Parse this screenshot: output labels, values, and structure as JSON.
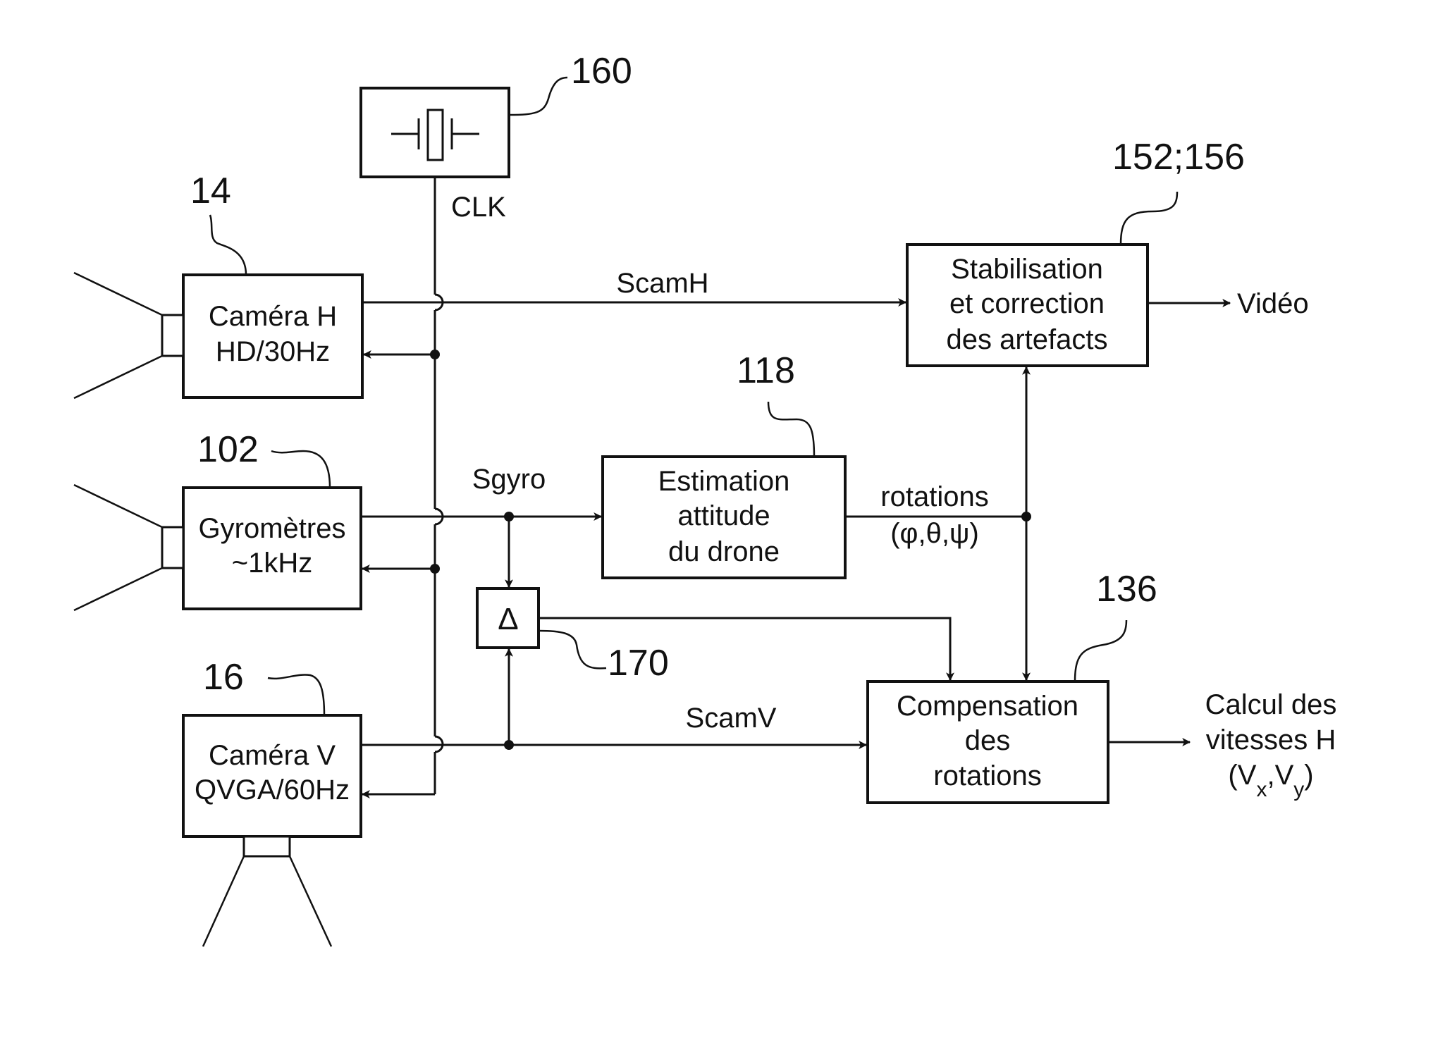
{
  "blocks": {
    "camera_h": [
      "Caméra H",
      "HD/30Hz"
    ],
    "gyro": [
      "Gyromètres",
      "~1kHz"
    ],
    "camera_v": [
      "Caméra V",
      "QVGA/60Hz"
    ],
    "estimation": [
      "Estimation",
      "attitude",
      "du drone"
    ],
    "stabilisation": [
      "Stabilisation",
      "et correction",
      "des artefacts"
    ],
    "compensation": [
      "Compensation",
      "des",
      "rotations"
    ],
    "delta": "Δ"
  },
  "refs": {
    "clock": "160",
    "camera_h": "14",
    "gyro": "102",
    "camera_v": "16",
    "estimation": "118",
    "stabilisation": "152;156",
    "compensation": "136",
    "delta": "170"
  },
  "signals": {
    "clk": "CLK",
    "scamh": "ScamH",
    "sgyro": "Sgyro",
    "scamv": "ScamV",
    "rotations": "rotations",
    "rotations_vars": "(φ,θ,ψ)",
    "video": "Vidéo",
    "calcul": [
      "Calcul des",
      "vitesses H"
    ],
    "vx": "V",
    "vx_sub": "x",
    "vy": "V",
    "vy_sub": "y"
  }
}
